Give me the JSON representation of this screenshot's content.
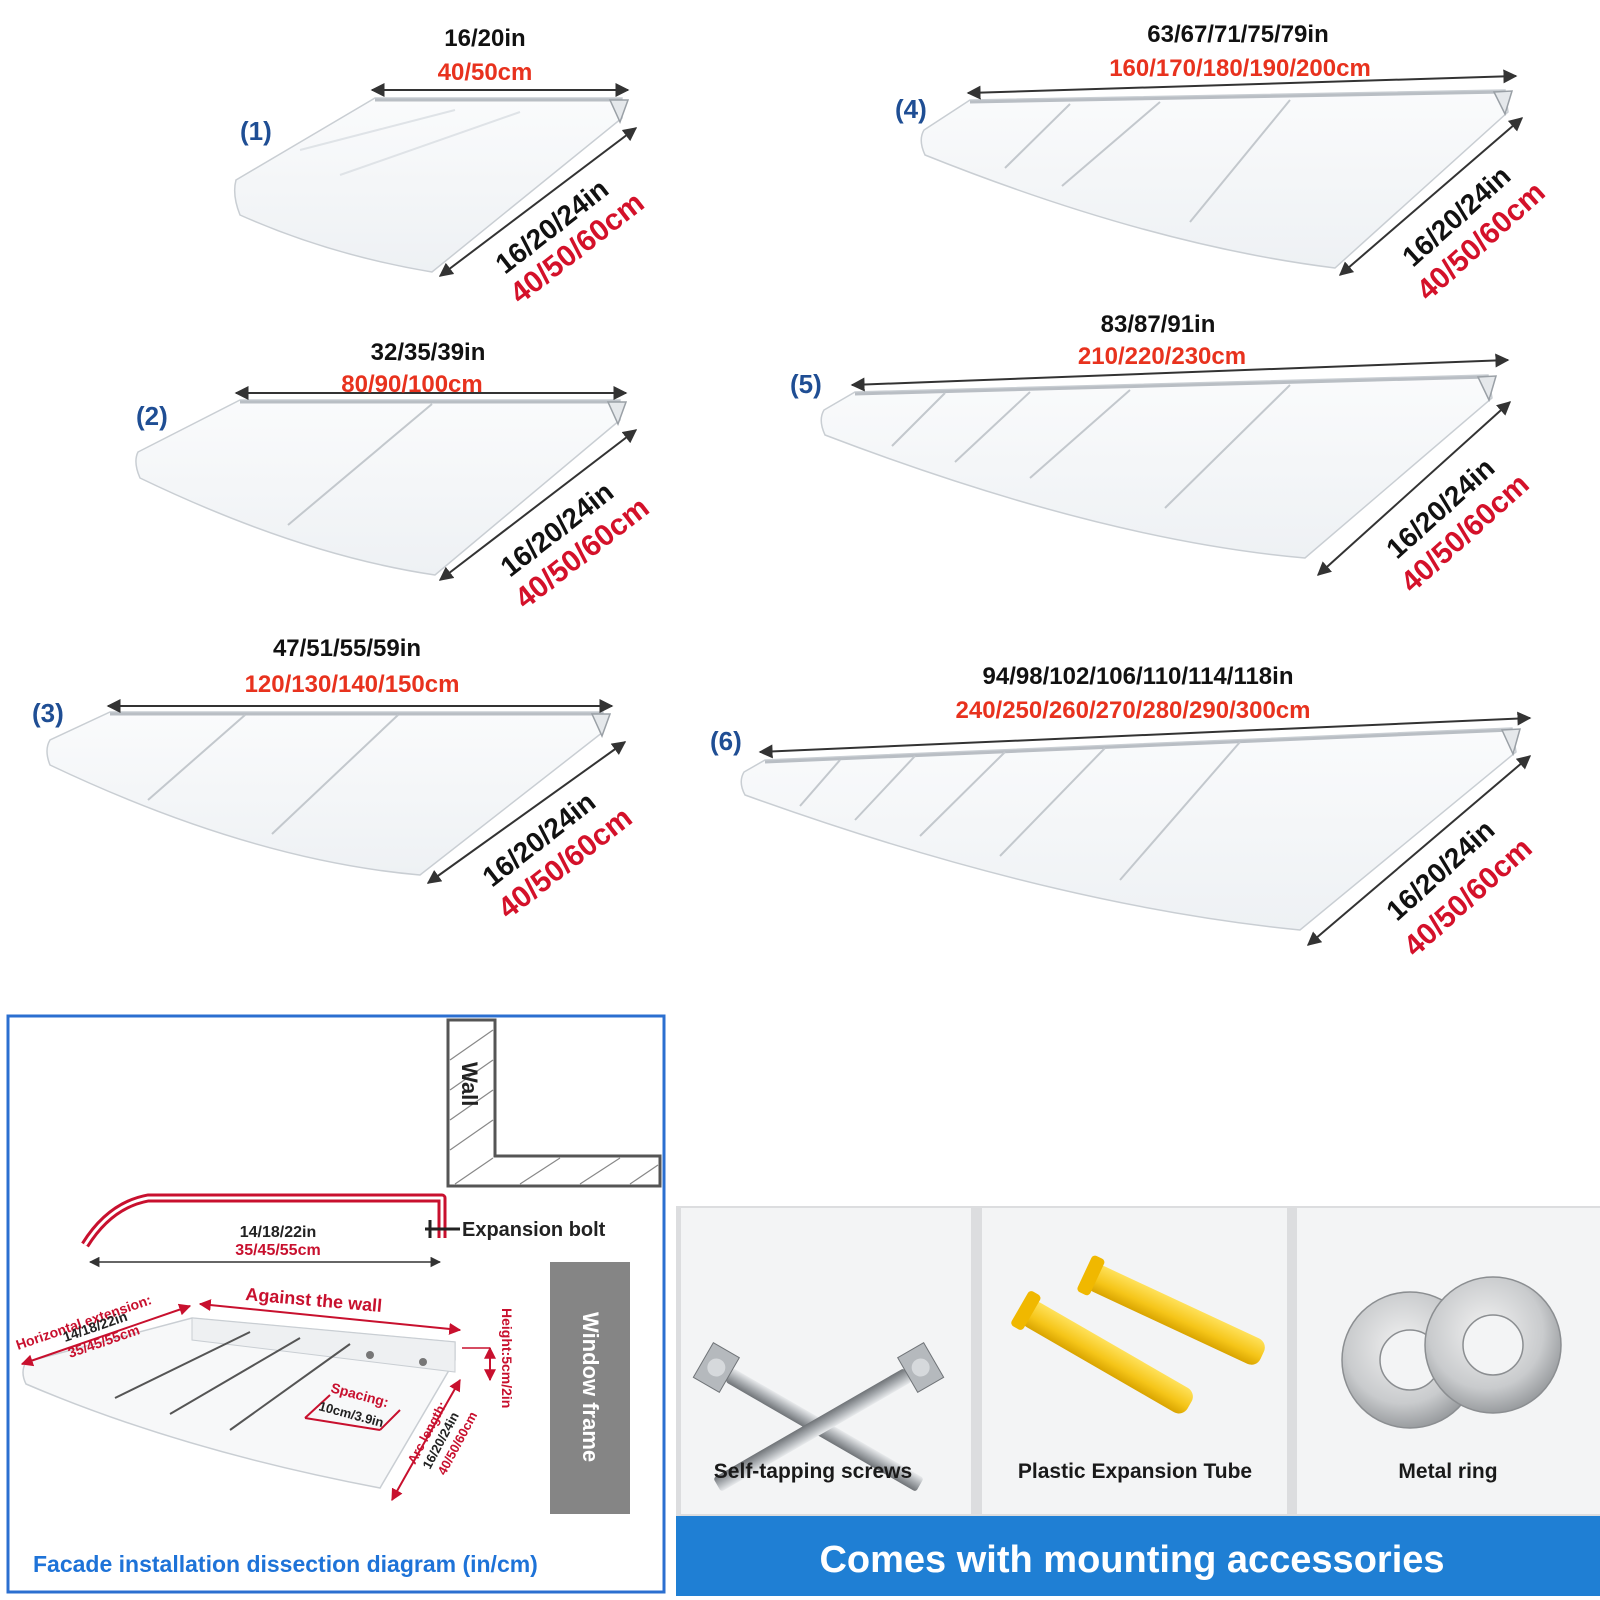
{
  "variants": [
    {
      "num": "(1)",
      "width_in": "16/20in",
      "width_cm": "40/50cm",
      "depth_in": "16/20/24in",
      "depth_cm": "40/50/60cm"
    },
    {
      "num": "(2)",
      "width_in": "32/35/39in",
      "width_cm": "80/90/100cm",
      "depth_in": "16/20/24in",
      "depth_cm": "40/50/60cm"
    },
    {
      "num": "(3)",
      "width_in": "47/51/55/59in",
      "width_cm": "120/130/140/150cm",
      "depth_in": "16/20/24in",
      "depth_cm": "40/50/60cm"
    },
    {
      "num": "(4)",
      "width_in": "63/67/71/75/79in",
      "width_cm": "160/170/180/190/200cm",
      "depth_in": "16/20/24in",
      "depth_cm": "40/50/60cm"
    },
    {
      "num": "(5)",
      "width_in": "83/87/91in",
      "width_cm": "210/220/230cm",
      "depth_in": "16/20/24in",
      "depth_cm": "40/50/60cm"
    },
    {
      "num": "(6)",
      "width_in": "94/98/102/106/110/114/118in",
      "width_cm": "240/250/260/270/280/290/300cm",
      "depth_in": "16/20/24in",
      "depth_cm": "40/50/60cm"
    }
  ],
  "diagram": {
    "wall": "Wall",
    "window_frame": "Window frame",
    "expansion_bolt": "Expansion bolt",
    "projection_in": "14/18/22in",
    "projection_cm": "35/45/55cm",
    "horizontal_extension_label": "Horizontal extension:",
    "horizontal_extension_in": "14/18/22in",
    "horizontal_extension_cm": "35/45/55cm",
    "against_wall": "Against the wall",
    "height": "Height:5cm/2in",
    "spacing_label": "Spacing:",
    "spacing_value": "10cm/3.9in",
    "arc_length_label": "Arc length:",
    "arc_length_in": "16/20/24in",
    "arc_length_cm": "40/50/60cm",
    "title": "Facade installation dissection diagram (in/cm)"
  },
  "accessories": {
    "items": [
      {
        "label": "Self-tapping screws"
      },
      {
        "label": "Plastic Expansion Tube"
      },
      {
        "label": "Metal ring"
      }
    ],
    "banner": "Comes with mounting accessories"
  },
  "colors": {
    "inch_text": "#111111",
    "cm_text": "#e8321e",
    "variant_number": "#1f4e94",
    "diagram_accent": "#c8102e",
    "diagram_title": "#1e73d8",
    "banner": "#1f7fd4",
    "plug": "#f5c518"
  }
}
